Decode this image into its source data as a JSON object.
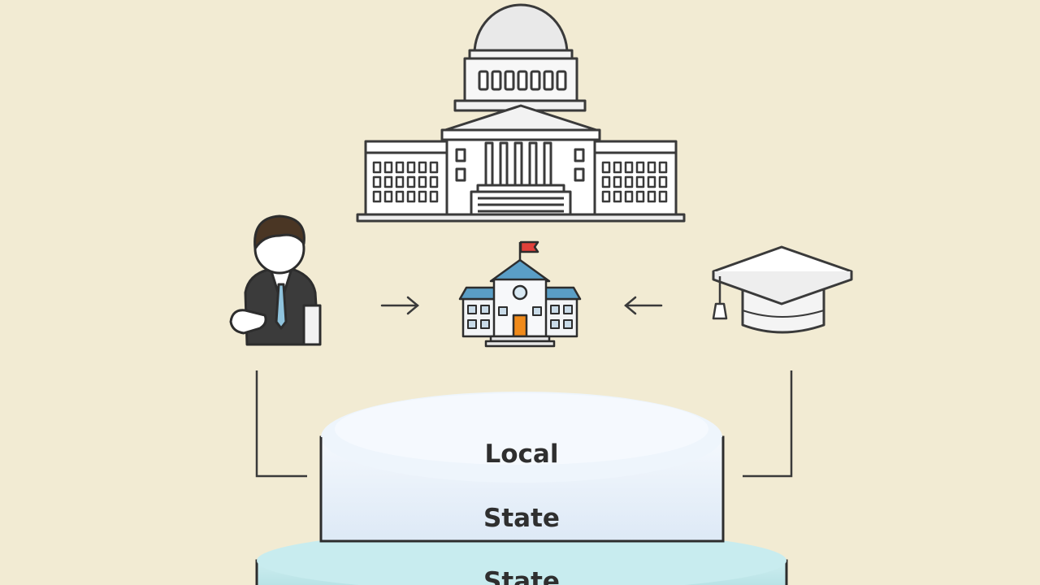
{
  "diagram": {
    "tiers": {
      "top": "Local",
      "middle": "State",
      "bottom": "State"
    },
    "icons": {
      "capitol": "capitol-building-icon",
      "official": "official-person-icon",
      "school": "school-building-icon",
      "graduation": "graduation-cap-icon",
      "arrow_left_to_school": "arrow-right-icon",
      "arrow_right_to_school": "arrow-left-icon"
    },
    "colors": {
      "background": "#f2ebd3",
      "outline": "#2d2d2d",
      "top_tier": "#eaf3fb",
      "bottom_tier": "#bfe6e8",
      "school_flag": "#e0403a",
      "school_door": "#f08a1a",
      "school_roof": "#5a9ec6"
    }
  }
}
